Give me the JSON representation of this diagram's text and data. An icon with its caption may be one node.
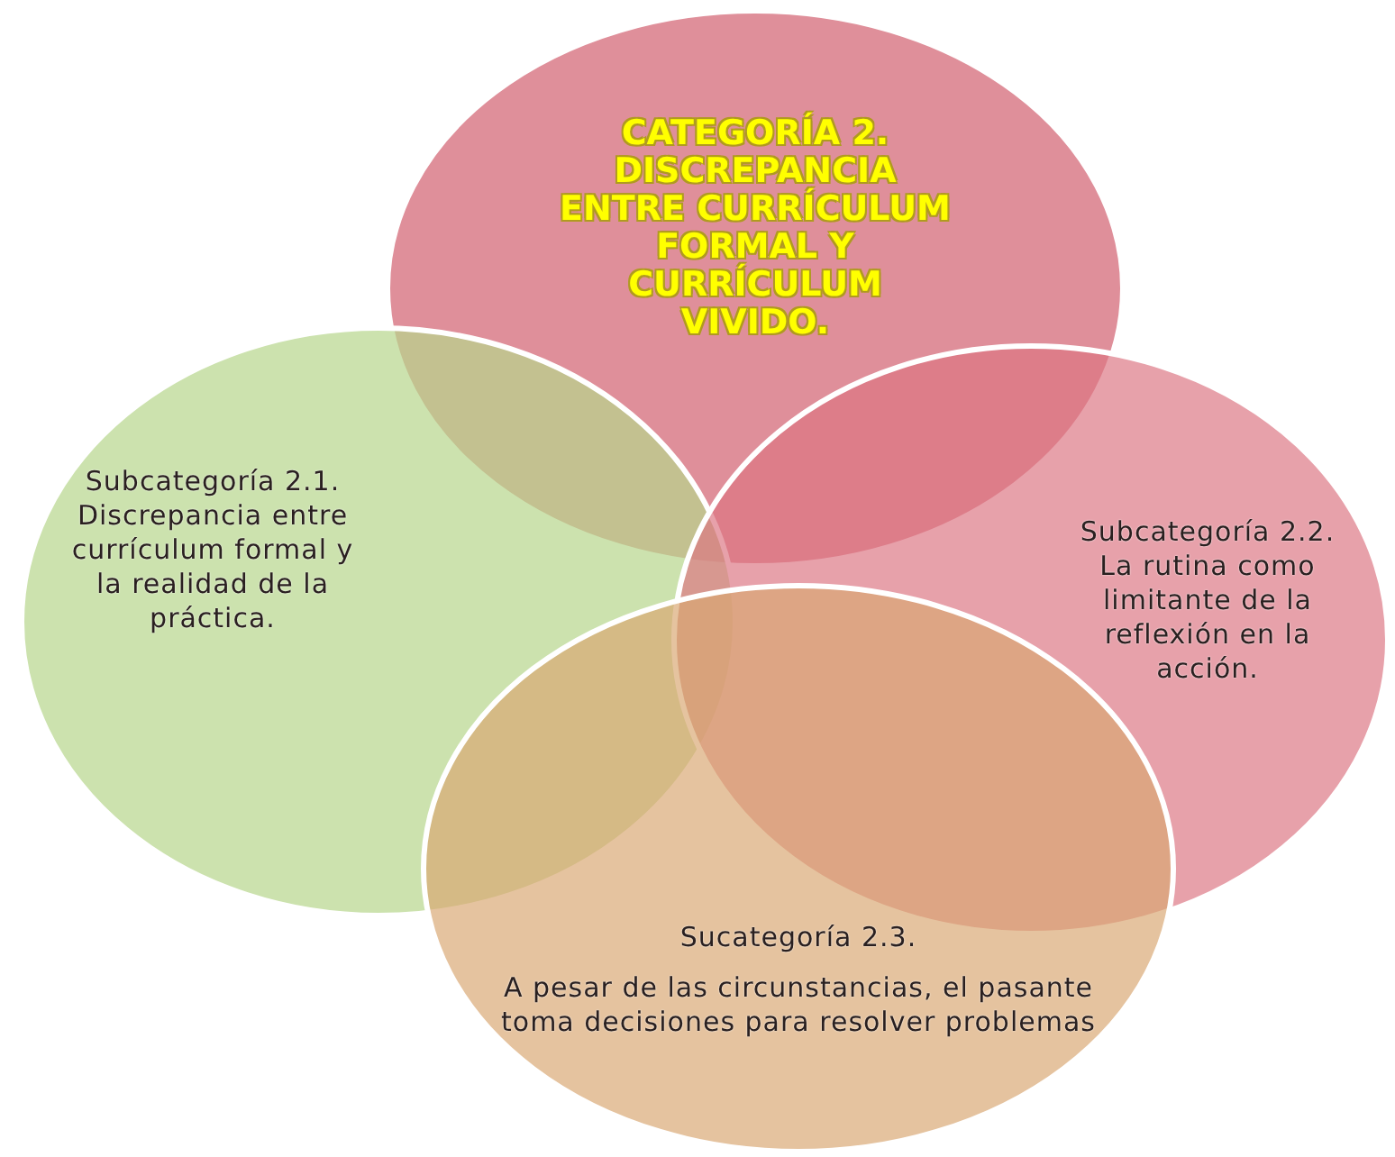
{
  "diagram": {
    "nodes": [
      {
        "text": [
          "CATEGORÍA 2. DISCREPANCIA ENTRE CURRÍCULUM FORMAL Y CURRÍCULUM VIVIDO."
        ]
      },
      {
        "text": [
          "Subcategoría 2.1. Discrepancia entre currículum formal y la realidad de la práctica."
        ]
      },
      {
        "text": [
          "Subcategoría 2.2. La rutina como limitante de la reflexión en la acción."
        ]
      },
      {
        "text": [
          "Sucategoría 2.3.",
          "A pesar de las circunstancias, el pasante toma decisiones para resolver problemas"
        ]
      }
    ]
  }
}
